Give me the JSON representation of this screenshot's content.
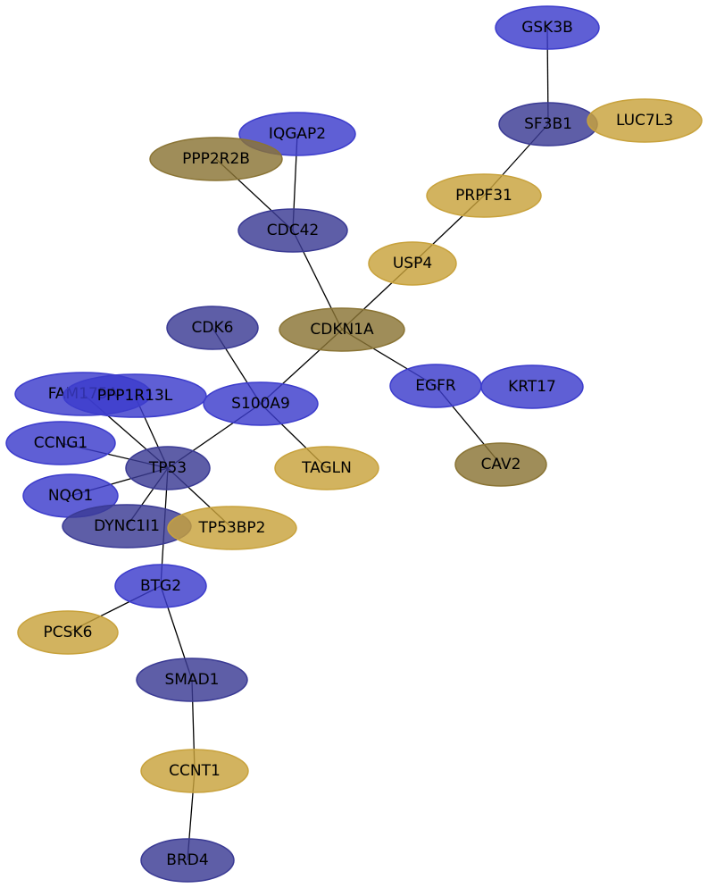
{
  "palette": {
    "blue": "#3c3ccc",
    "slate": "#3a3a94",
    "gold": "#c8a23c",
    "olive": "#8a7434"
  },
  "nodes": [
    {
      "id": "GSK3B",
      "label": "GSK3B",
      "color": "blue"
    },
    {
      "id": "SF3B1",
      "label": "SF3B1",
      "color": "slate"
    },
    {
      "id": "LUC7L3",
      "label": "LUC7L3",
      "color": "gold"
    },
    {
      "id": "IQGAP2",
      "label": "IQGAP2",
      "color": "blue"
    },
    {
      "id": "PPP2R2B",
      "label": "PPP2R2B",
      "color": "olive"
    },
    {
      "id": "PRPF31",
      "label": "PRPF31",
      "color": "gold"
    },
    {
      "id": "CDC42",
      "label": "CDC42",
      "color": "slate"
    },
    {
      "id": "USP4",
      "label": "USP4",
      "color": "gold"
    },
    {
      "id": "CDK6",
      "label": "CDK6",
      "color": "slate"
    },
    {
      "id": "CDKN1A",
      "label": "CDKN1A",
      "color": "olive"
    },
    {
      "id": "FAM175A",
      "label": "FAM175A",
      "color": "blue"
    },
    {
      "id": "PPP1R13L",
      "label": "PPP1R13L",
      "color": "blue"
    },
    {
      "id": "S100A9",
      "label": "S100A9",
      "color": "blue"
    },
    {
      "id": "EGFR",
      "label": "EGFR",
      "color": "blue"
    },
    {
      "id": "KRT17",
      "label": "KRT17",
      "color": "blue"
    },
    {
      "id": "CCNG1",
      "label": "CCNG1",
      "color": "blue"
    },
    {
      "id": "TP53",
      "label": "TP53",
      "color": "slate"
    },
    {
      "id": "TAGLN",
      "label": "TAGLN",
      "color": "gold"
    },
    {
      "id": "CAV2",
      "label": "CAV2",
      "color": "olive"
    },
    {
      "id": "NQO1",
      "label": "NQO1",
      "color": "blue"
    },
    {
      "id": "DYNC1I1",
      "label": "DYNC1I1",
      "color": "slate"
    },
    {
      "id": "TP53BP2",
      "label": "TP53BP2",
      "color": "gold"
    },
    {
      "id": "BTG2",
      "label": "BTG2",
      "color": "blue"
    },
    {
      "id": "PCSK6",
      "label": "PCSK6",
      "color": "gold"
    },
    {
      "id": "SMAD1",
      "label": "SMAD1",
      "color": "slate"
    },
    {
      "id": "CCNT1",
      "label": "CCNT1",
      "color": "gold"
    },
    {
      "id": "BRD4",
      "label": "BRD4",
      "color": "slate"
    }
  ],
  "edges": [
    [
      "GSK3B",
      "SF3B1"
    ],
    [
      "SF3B1",
      "PRPF31"
    ],
    [
      "PRPF31",
      "USP4"
    ],
    [
      "USP4",
      "CDKN1A"
    ],
    [
      "IQGAP2",
      "CDC42"
    ],
    [
      "PPP2R2B",
      "CDC42"
    ],
    [
      "CDC42",
      "CDKN1A"
    ],
    [
      "CDKN1A",
      "S100A9"
    ],
    [
      "CDKN1A",
      "EGFR"
    ],
    [
      "EGFR",
      "CAV2"
    ],
    [
      "CDK6",
      "S100A9"
    ],
    [
      "S100A9",
      "TAGLN"
    ],
    [
      "S100A9",
      "TP53"
    ],
    [
      "FAM175A",
      "TP53"
    ],
    [
      "PPP1R13L",
      "TP53"
    ],
    [
      "CCNG1",
      "TP53"
    ],
    [
      "NQO1",
      "TP53"
    ],
    [
      "DYNC1I1",
      "TP53"
    ],
    [
      "TP53BP2",
      "TP53"
    ],
    [
      "TP53",
      "BTG2"
    ],
    [
      "BTG2",
      "PCSK6"
    ],
    [
      "BTG2",
      "SMAD1"
    ],
    [
      "SMAD1",
      "CCNT1"
    ],
    [
      "CCNT1",
      "BRD4"
    ]
  ]
}
